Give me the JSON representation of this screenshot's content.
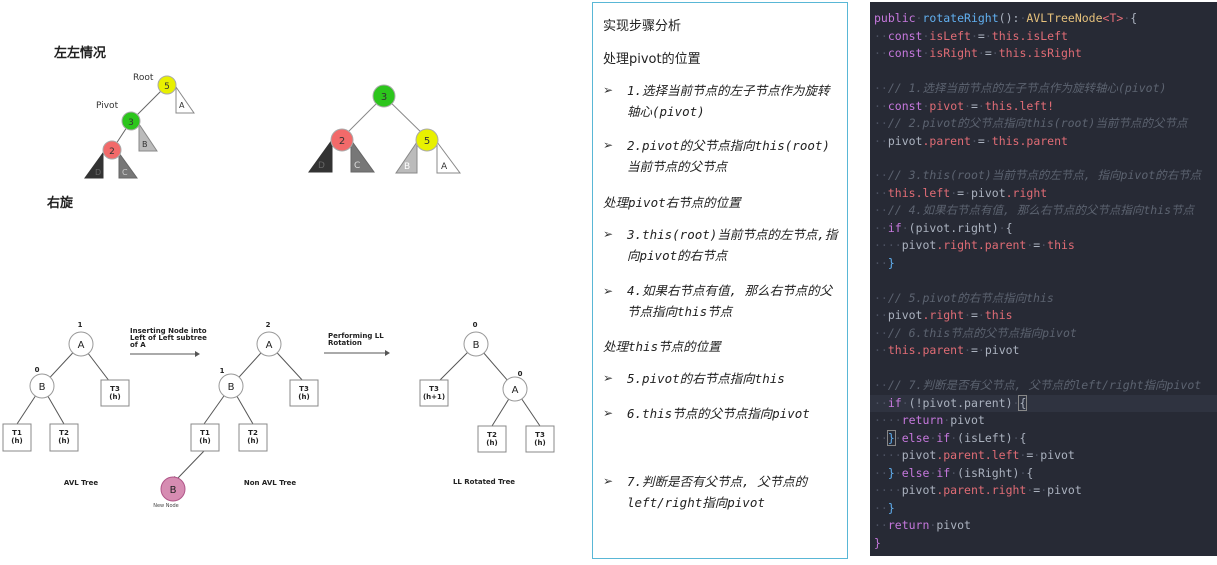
{
  "diagram": {
    "title_ll": "左左情况",
    "title_rotate": "右旋",
    "tree1": {
      "root_label": "Root",
      "pivot_label": "Pivot",
      "n5": "5",
      "n3": "3",
      "n2": "2",
      "a": "A",
      "b": "B",
      "c": "C",
      "d": "D"
    },
    "tree2": {
      "n3": "3",
      "n2": "2",
      "n5": "5",
      "d": "D",
      "c": "C",
      "b": "B",
      "a": "A"
    },
    "avl": {
      "caption": "AVL Tree",
      "root": "A",
      "root_bf": "1",
      "b": "B",
      "b_bf": "0",
      "t1": "T1\n(h)",
      "t2": "T2\n(h)",
      "t3": "T3\n(h)"
    },
    "arrow1_text": "Inserting Node into\nLeft of Left subtree\nof A",
    "nonavl": {
      "caption": "Non AVL Tree",
      "root": "A",
      "root_bf": "2",
      "b": "B",
      "b_bf": "1",
      "t1": "T1\n(h)",
      "t2": "T2\n(h)",
      "t3": "T3\n(h)",
      "new_node": "B",
      "new_node_label": "New Node"
    },
    "arrow2_text": "Performing LL\nRotation",
    "rotated": {
      "caption": "LL Rotated Tree",
      "root": "B",
      "root_bf": "0",
      "a": "A",
      "a_bf": "0",
      "t3": "T3\n(h+1)",
      "t2": "T2\n(h)",
      "t3b": "T3\n(h)"
    }
  },
  "steps": {
    "title": "实现步骤分析",
    "section1": "处理pivot的位置",
    "step1": "1.选择当前节点的左子节点作为旋转轴心(pivot)",
    "step2": "2.pivot的父节点指向this(root)当前节点的父节点",
    "section2": "处理pivot右节点的位置",
    "step3": "3.this(root)当前节点的左节点,指向pivot的右节点",
    "step4": "4.如果右节点有值, 那么右节点的父节点指向this节点",
    "section3": "处理this节点的位置",
    "step5": "5.pivot的右节点指向this",
    "step6": "6.this节点的父节点指向pivot",
    "step7": "7.判断是否有父节点, 父节点的left/right指向pivot",
    "bullet": "➢"
  },
  "code": {
    "l1a": "public",
    "l1b": "rotateRight",
    "l1c": "():",
    "l1d": "AVLTreeNode",
    "l1e": "<T>",
    "l1f": "{",
    "l2a": "const",
    "l2b": "isLeft",
    "l2c": "=",
    "l2d": "this",
    "l2e": ".isLeft",
    "l3a": "const",
    "l3b": "isRight",
    "l3c": "=",
    "l3d": "this",
    "l3e": ".isRight",
    "c1": "// 1.选择当前节点的左子节点作为旋转轴心(pivot)",
    "l5a": "const",
    "l5b": "pivot",
    "l5c": "=",
    "l5d": "this",
    "l5e": ".left!",
    "c2": "// 2.pivot的父节点指向this(root)当前节点的父节点",
    "l7a": "pivot",
    "l7b": ".parent",
    "l7c": "=",
    "l7d": "this",
    "l7e": ".parent",
    "c3": "// 3.this(root)当前节点的左节点, 指向pivot的右节点",
    "l9a": "this",
    "l9b": ".left",
    "l9c": "=",
    "l9d": "pivot",
    "l9e": ".right",
    "c4": "// 4.如果右节点有值, 那么右节点的父节点指向this节点",
    "l11a": "if",
    "l11b": "(pivot.right)",
    "l11c": "{",
    "l12a": "pivot",
    "l12b": ".right.parent",
    "l12c": "=",
    "l12d": "this",
    "l13": "}",
    "c5": "// 5.pivot的右节点指向this",
    "l15a": "pivot",
    "l15b": ".right",
    "l15c": "=",
    "l15d": "this",
    "c6": "// 6.this节点的父节点指向pivot",
    "l17a": "this",
    "l17b": ".parent",
    "l17c": "=",
    "l17d": "pivot",
    "c7": "// 7.判断是否有父节点, 父节点的left/right指向pivot",
    "l19a": "if",
    "l19b": "(!pivot.parent)",
    "l19c": "{",
    "l20a": "return",
    "l20b": "pivot",
    "l21a": "}",
    "l21b": "else",
    "l21c": "if",
    "l21d": "(isLeft)",
    "l21e": "{",
    "l22a": "pivot",
    "l22b": ".parent.left",
    "l22c": "=",
    "l22d": "pivot",
    "l23a": "}",
    "l23b": "else",
    "l23c": "if",
    "l23d": "(isRight)",
    "l23e": "{",
    "l24a": "pivot",
    "l24b": ".parent.right",
    "l24c": "=",
    "l24d": "pivot",
    "l25": "}",
    "l26a": "return",
    "l26b": "pivot",
    "l27": "}"
  },
  "colors": {
    "yellow": "#e8f000",
    "green": "#2cc51c",
    "red": "#f26a6a",
    "pink": "#d68cb2",
    "panel_border": "#59b7d6",
    "code_bg": "#272a35"
  }
}
